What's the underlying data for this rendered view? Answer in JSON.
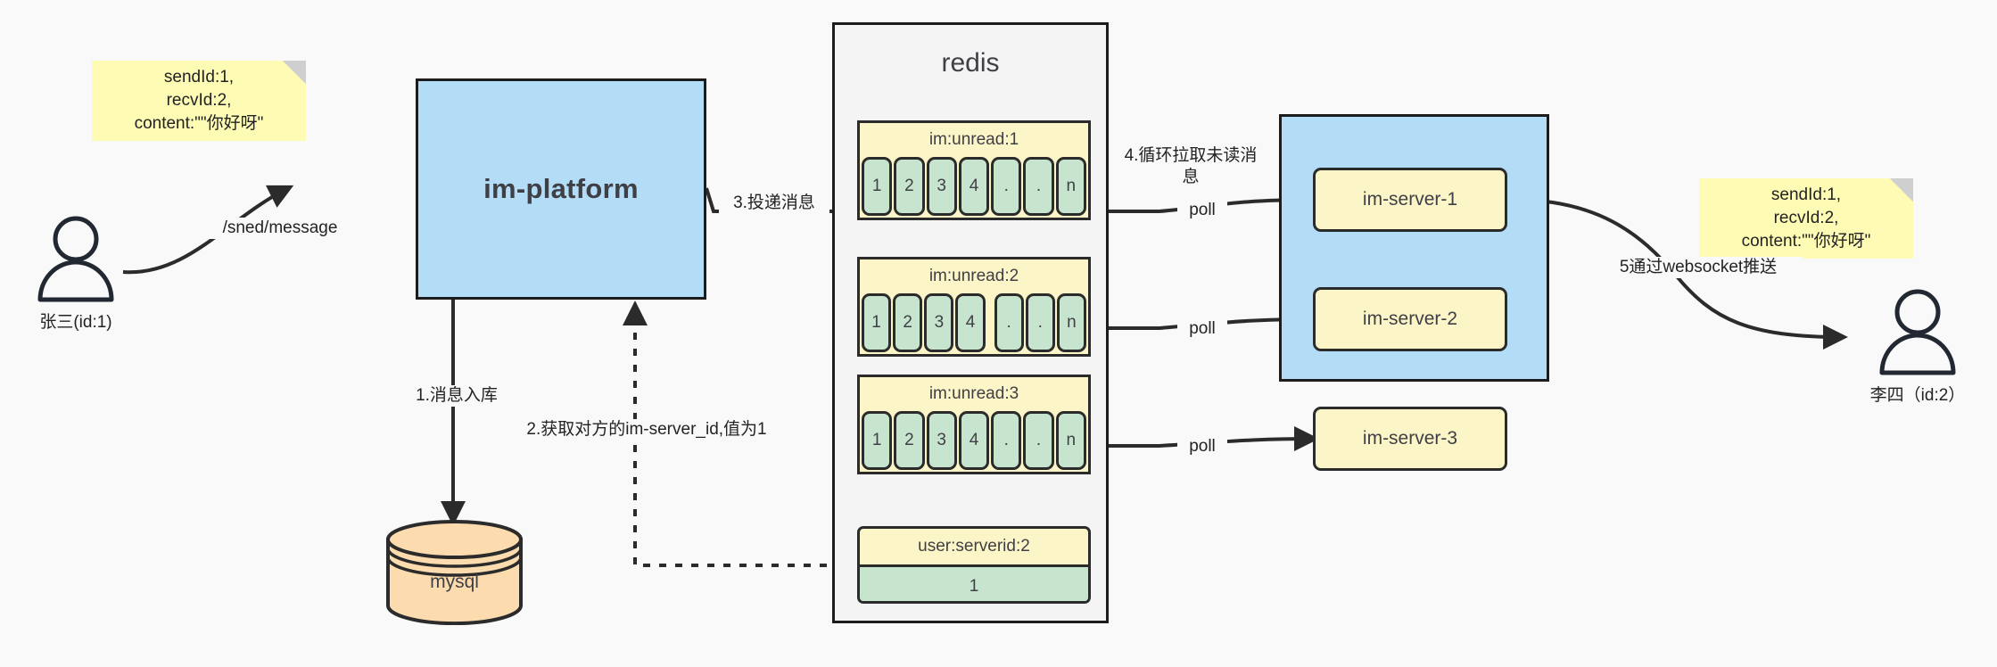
{
  "diagram": {
    "title": "IM message delivery architecture",
    "colors": {
      "canvas": "#f9f9fa",
      "note_yellow": "#fdfbb4",
      "box_blue": "#b3dcf7",
      "redis_gray": "#f4f4f5",
      "key_yellow": "#fcf5c7",
      "cell_green": "#c7e5ce",
      "mysql_orange": "#fcdcae",
      "stroke": "#1c1c1c"
    }
  },
  "left_note": {
    "text": "sendId:1,\nrecvId:2,\ncontent:\"\"你好呀\""
  },
  "right_note": {
    "text": "sendId:1,\nrecvId:2,\ncontent:\"\"你好呀\""
  },
  "sender": {
    "caption": "张三(id:1)",
    "icon": "person-icon"
  },
  "receiver": {
    "caption": "李四（id:2）",
    "icon": "person-icon"
  },
  "platform": {
    "label": "im-platform"
  },
  "mysql": {
    "label": "mysql"
  },
  "redis": {
    "title": "redis",
    "unread_lists": [
      {
        "key": "im:unread:1",
        "cells": [
          "1",
          "2",
          "3",
          "4",
          ".",
          ".",
          "n"
        ],
        "gapped": false
      },
      {
        "key": "im:unread:2",
        "cells": [
          "1",
          "2",
          "3",
          "4",
          ".",
          ".",
          "n"
        ],
        "gapped": true
      },
      {
        "key": "im:unread:3",
        "cells": [
          "1",
          "2",
          "3",
          "4",
          ".",
          ".",
          "n"
        ],
        "gapped": false
      }
    ],
    "kv": {
      "key": "user:serverid:2",
      "value": "1"
    }
  },
  "cluster": {
    "servers": [
      {
        "label": "im-server-1"
      },
      {
        "label": "im-server-2"
      },
      {
        "label": "im-server-3"
      }
    ]
  },
  "edges": {
    "send_message": "/sned/message",
    "step1": "1.消息入库",
    "step2": "2.获取对方的im-server_id,值为1",
    "step3": "3.投递消息",
    "step4": "4.循环拉取未读消\n息",
    "step5": "5通过websocket推送",
    "poll1": "poll",
    "poll2": "poll",
    "poll3": "poll"
  }
}
